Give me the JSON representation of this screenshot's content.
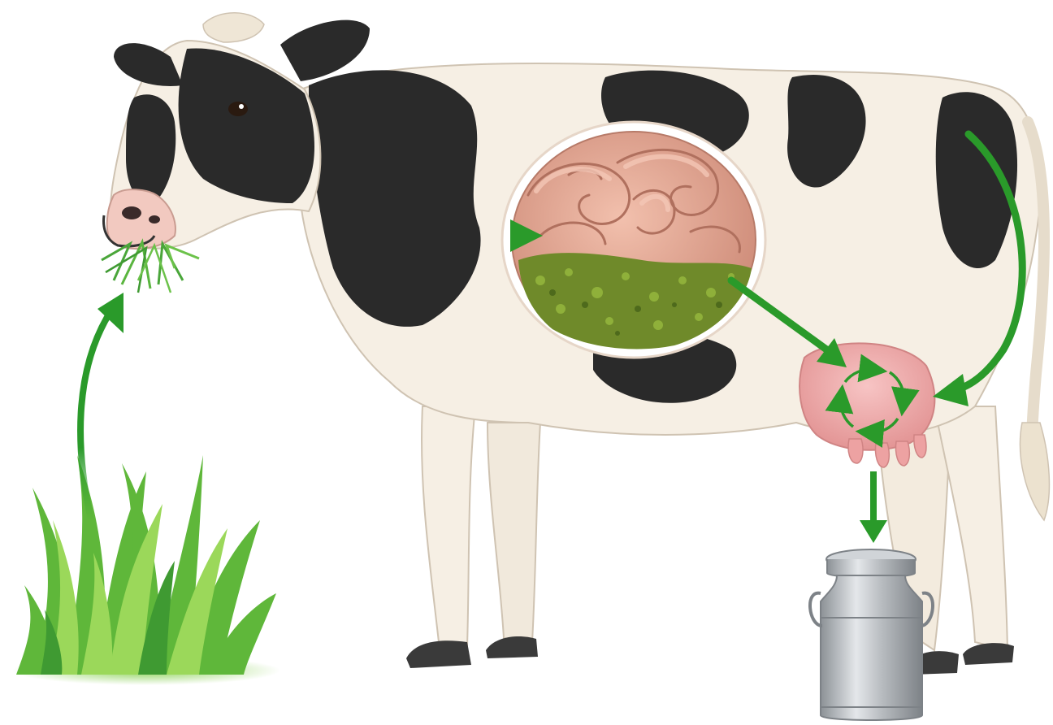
{
  "diagram": {
    "kind": "grass-to-milk process",
    "steps": [
      {
        "id": "grass",
        "icon": "grass-icon"
      },
      {
        "id": "mouth",
        "icon": "cow-mouth-icon"
      },
      {
        "id": "stomach",
        "icon": "stomach-cutaway-icon"
      },
      {
        "id": "udder",
        "icon": "udder-cycle-icon"
      },
      {
        "id": "milk-can",
        "icon": "milk-can-icon"
      }
    ],
    "flows": [
      {
        "from": "grass",
        "to": "mouth",
        "icon": "arrow-up-icon"
      },
      {
        "from": "mouth",
        "to": "stomach",
        "icon": "arrow-right-icon"
      },
      {
        "from": "stomach",
        "to": "udder",
        "icon": "arrow-diagonal-icon"
      },
      {
        "from": "tail-back",
        "to": "udder",
        "icon": "arrow-curved-icon"
      },
      {
        "from": "udder",
        "to": "milk-can",
        "icon": "arrow-down-icon"
      }
    ]
  },
  "colors": {
    "background": "#ffffff",
    "arrow": "#2a9a2a",
    "arrow_dark": "#1f7f1f",
    "grass": "#5fb73a",
    "grass_light": "#9bd85a",
    "cow_body": "#f6efe4",
    "cow_spot": "#2a2a2a",
    "stomach": "#e7a691",
    "stomach_dark": "#c98471",
    "feed": "#6f8a2a",
    "udder": "#f0a9a8",
    "metal": "#b8bcc0",
    "metal_dark": "#8c9196",
    "hoof": "#3a3a3a"
  }
}
